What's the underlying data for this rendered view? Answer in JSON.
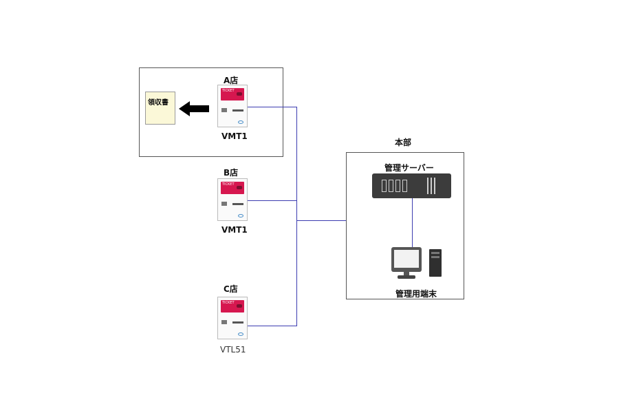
{
  "stores": [
    {
      "label": "A店",
      "machine": "VMT1",
      "receipt": "領収書"
    },
    {
      "label": "B店",
      "machine": "VMT1"
    },
    {
      "label": "C店",
      "machine": "VTL51"
    }
  ],
  "headquarters": {
    "label": "本部",
    "server_label": "管理サーバー",
    "terminal_label": "管理用端末"
  },
  "machine_screen_text": "TICKET",
  "colors": {
    "line": "#3b3bb0",
    "ticket_screen": "#d6174f",
    "receipt_bg": "#fbf8d8",
    "border": "#555555"
  }
}
